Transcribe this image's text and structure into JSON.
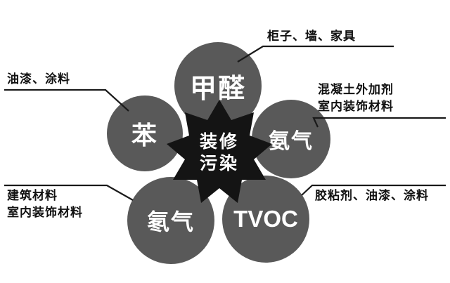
{
  "diagram_title": "装修污染",
  "colors": {
    "background": "#ffffff",
    "circle_fill": "#595959",
    "center_fill": "#141414",
    "circle_text": "#ffffff",
    "callout_text": "#111111",
    "leader_line": "#1a1a1a"
  },
  "center": {
    "line1": "装修",
    "line2": "污染"
  },
  "circles": [
    {
      "label": "甲醛"
    },
    {
      "label": "氨气"
    },
    {
      "label": "TVOC"
    },
    {
      "label": "氡气"
    },
    {
      "label": "苯"
    }
  ],
  "callouts": [
    {
      "target": "苯",
      "line1": "油漆、涂料",
      "line2": ""
    },
    {
      "target": "甲醛",
      "line1": "柜子、墙、家具",
      "line2": ""
    },
    {
      "target": "氨气",
      "line1": "混凝土外加剂",
      "line2": "室内装饰材料"
    },
    {
      "target": "氡气",
      "line1": "建筑材料",
      "line2": "室内装饰材料"
    },
    {
      "target": "TVOC",
      "line1": "胶粘剂、油漆、涂料",
      "line2": ""
    }
  ]
}
